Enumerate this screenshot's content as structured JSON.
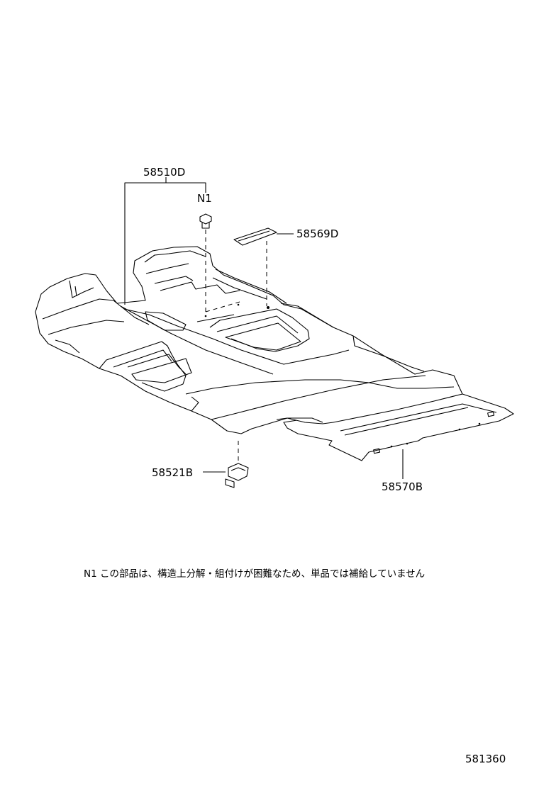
{
  "parts": {
    "carpet_main": "58510D",
    "clip_top": "N1",
    "pad": "58569D",
    "clip_bottom": "58521B",
    "rear_carpet": "58570B"
  },
  "note": "N1  この部品は、構造上分解・組付けが困難なため、単品では補給していません",
  "figure_number": "581360"
}
